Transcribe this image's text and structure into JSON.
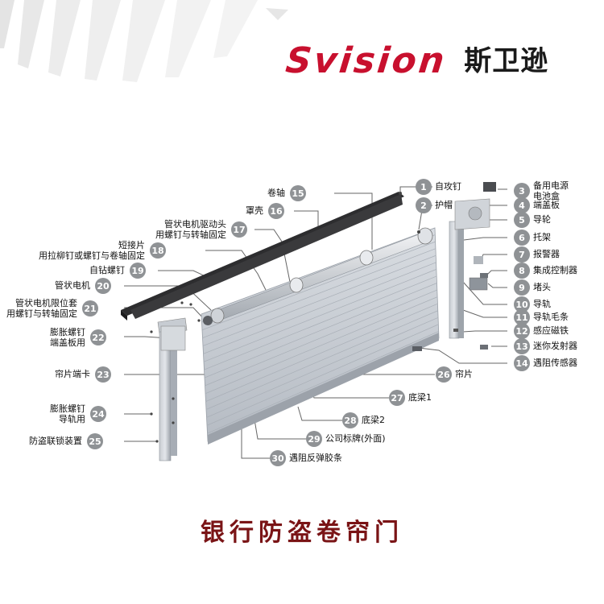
{
  "brand": {
    "name_en": "Svision",
    "name_cn": "斯卫逊"
  },
  "title": "银行防盗卷帘门",
  "colors": {
    "brand_red": "#c8102e",
    "title_red": "#7a1416",
    "badge_gray": "#8f9295"
  },
  "parts": {
    "p1": {
      "num": "1",
      "label": "自攻钉"
    },
    "p2": {
      "num": "2",
      "label": "护帽"
    },
    "p3": {
      "num": "3",
      "label": "备用电源\n电池盒"
    },
    "p4": {
      "num": "4",
      "label": "端盖板"
    },
    "p5": {
      "num": "5",
      "label": "导轮"
    },
    "p6": {
      "num": "6",
      "label": "托架"
    },
    "p7": {
      "num": "7",
      "label": "报警器"
    },
    "p8": {
      "num": "8",
      "label": "集成控制器"
    },
    "p9": {
      "num": "9",
      "label": "堵头"
    },
    "p10": {
      "num": "10",
      "label": "导轨"
    },
    "p11": {
      "num": "11",
      "label": "导轨毛条"
    },
    "p12": {
      "num": "12",
      "label": "感应磁铁"
    },
    "p13": {
      "num": "13",
      "label": "迷你发射器"
    },
    "p14": {
      "num": "14",
      "label": "遇阻传感器"
    },
    "p15": {
      "num": "15",
      "label": "卷轴"
    },
    "p16": {
      "num": "16",
      "label": "罩壳"
    },
    "p17": {
      "num": "17",
      "label": "管状电机驱动头\n用螺钉与转轴固定"
    },
    "p18": {
      "num": "18",
      "label": "短接片\n用拉柳钉或螺钉与卷轴固定"
    },
    "p19": {
      "num": "19",
      "label": "自钻螺钉"
    },
    "p20": {
      "num": "20",
      "label": "管状电机"
    },
    "p21": {
      "num": "21",
      "label": "管状电机限位套\n用螺钉与转轴固定"
    },
    "p22": {
      "num": "22",
      "label": "膨胀螺钉\n端盖板用"
    },
    "p23": {
      "num": "23",
      "label": "帘片端卡"
    },
    "p24": {
      "num": "24",
      "label": "膨胀螺钉\n导轨用"
    },
    "p25": {
      "num": "25",
      "label": "防盗联锁装置"
    },
    "p26": {
      "num": "26",
      "label": "帘片"
    },
    "p27": {
      "num": "27",
      "label": "底梁1"
    },
    "p28": {
      "num": "28",
      "label": "底梁2"
    },
    "p29": {
      "num": "29",
      "label": "公司标牌(外面)"
    },
    "p30": {
      "num": "30",
      "label": "遇阻反弹胶条"
    }
  }
}
